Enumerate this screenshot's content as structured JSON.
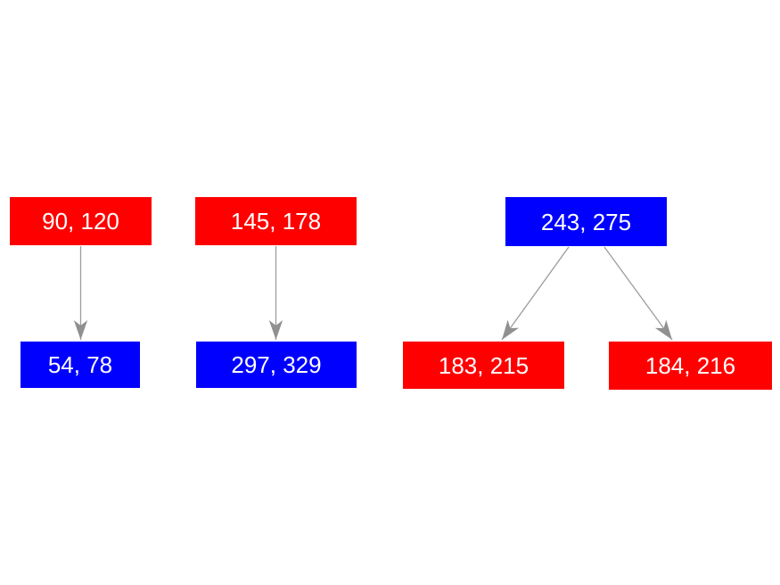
{
  "diagram": {
    "type": "tree",
    "background": "#ffffff",
    "node_text_color": "#ffffff",
    "arrow_color": "#909090",
    "arrow_shaft_color": "#9c9c9c",
    "colors": {
      "red": "#ff0000",
      "blue": "#0000ff"
    },
    "nodes": [
      {
        "id": "A",
        "label": "90, 120",
        "color": "red"
      },
      {
        "id": "B",
        "label": "54, 78",
        "color": "blue"
      },
      {
        "id": "C",
        "label": "145, 178",
        "color": "red"
      },
      {
        "id": "D",
        "label": "297, 329",
        "color": "blue"
      },
      {
        "id": "E",
        "label": "243, 275",
        "color": "blue"
      },
      {
        "id": "F",
        "label": "183, 215",
        "color": "red"
      },
      {
        "id": "G",
        "label": "184, 216",
        "color": "red"
      }
    ],
    "edges": [
      {
        "from": "90, 120",
        "to": "54, 78"
      },
      {
        "from": "145, 178",
        "to": "297, 329"
      },
      {
        "from": "243, 275",
        "to": "183, 215"
      },
      {
        "from": "243, 275",
        "to": "184, 216"
      }
    ]
  }
}
